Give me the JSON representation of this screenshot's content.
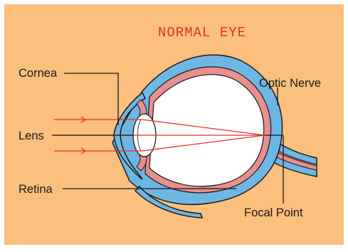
{
  "diagram": {
    "title": "NORMAL EYE",
    "labels": {
      "cornea": "Cornea",
      "lens": "Lens",
      "retina": "Retina",
      "optic_nerve": "Optic Nerve",
      "focal_point": "Focal Point"
    },
    "colors": {
      "background": "#fbbf7e",
      "sclera": "#6fb7e3",
      "choroid": "#e88f8f",
      "eyeball": "#ffffff",
      "ray": "#e8312a",
      "title": "#e8312a",
      "outline": "#1a1a1a"
    }
  }
}
